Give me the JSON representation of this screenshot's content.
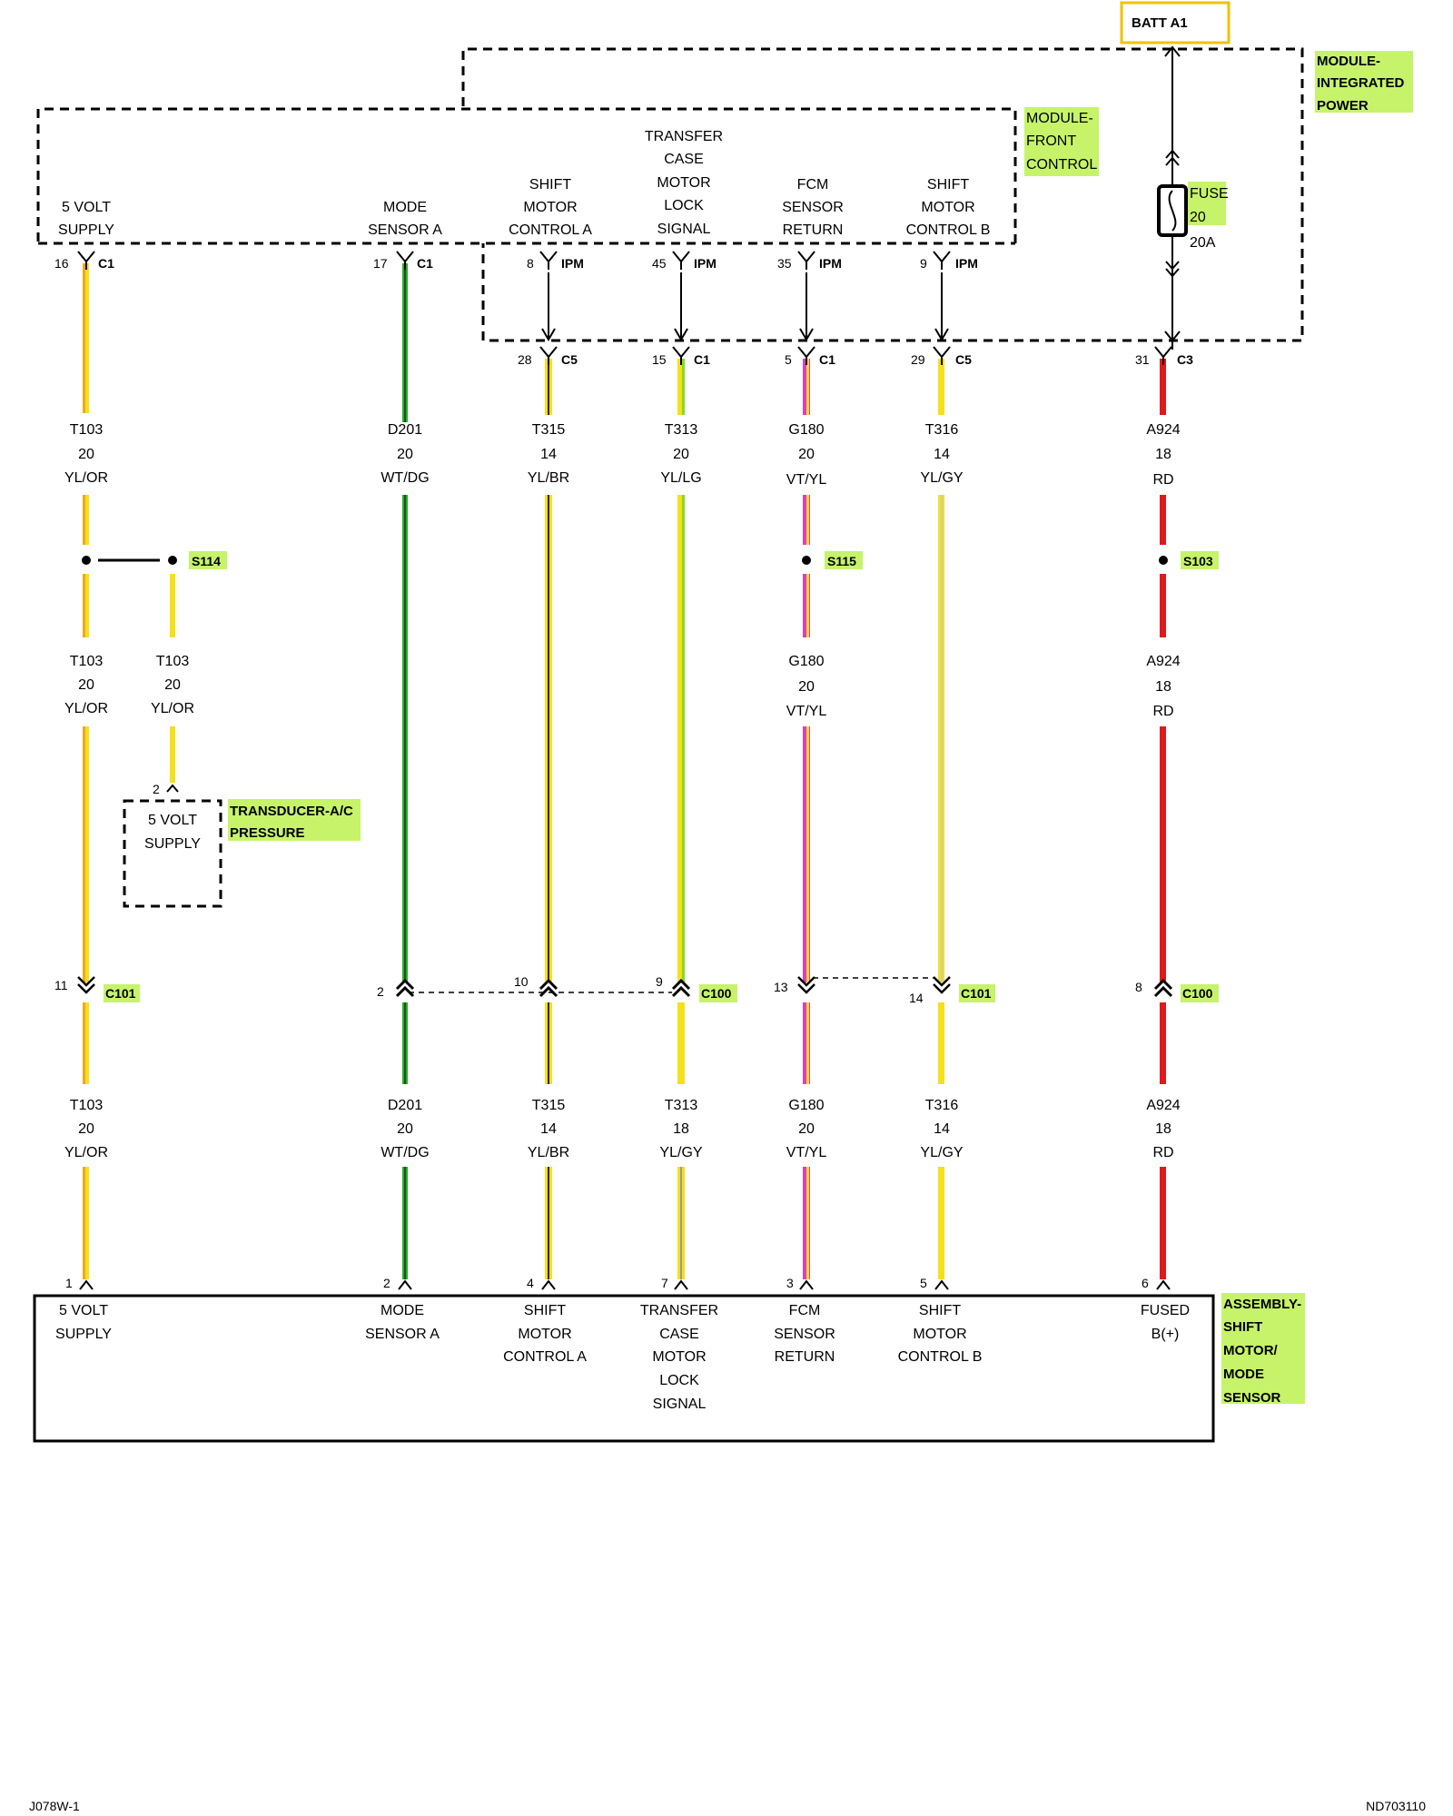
{
  "batt": {
    "label": "BATT A1"
  },
  "module_integrated_power": {
    "label_lines": [
      "MODULE-",
      "INTEGRATED",
      "POWER"
    ]
  },
  "module_front_control": {
    "label_lines": [
      "MODULE-",
      "FRONT",
      "CONTROL"
    ]
  },
  "fuse": {
    "label_lines": [
      "FUSE",
      "20"
    ],
    "rating": "20A"
  },
  "fcm_pins": [
    {
      "lines": [
        "5 VOLT",
        "SUPPLY"
      ]
    },
    {
      "lines": [
        "MODE",
        "SENSOR A"
      ]
    },
    {
      "lines": [
        "SHIFT",
        "MOTOR",
        "CONTROL A"
      ]
    },
    {
      "lines": [
        "TRANSFER",
        "CASE",
        "MOTOR",
        "LOCK",
        "SIGNAL"
      ]
    },
    {
      "lines": [
        "FCM",
        "SENSOR",
        "RETURN"
      ]
    },
    {
      "lines": [
        "SHIFT",
        "MOTOR",
        "CONTROL B"
      ]
    }
  ],
  "connectors_top": [
    {
      "pin": "16",
      "conn": "C1"
    },
    {
      "pin": "17",
      "conn": "C1"
    },
    {
      "pin": "8",
      "conn": "IPM"
    },
    {
      "pin": "45",
      "conn": "IPM"
    },
    {
      "pin": "35",
      "conn": "IPM"
    },
    {
      "pin": "9",
      "conn": "IPM"
    }
  ],
  "connectors_ipm": [
    {
      "pin": "28",
      "conn": "C5"
    },
    {
      "pin": "15",
      "conn": "C1"
    },
    {
      "pin": "5",
      "conn": "C1"
    },
    {
      "pin": "29",
      "conn": "C5"
    },
    {
      "pin": "31",
      "conn": "C3"
    }
  ],
  "wire_labels_upper": [
    {
      "lines": [
        "T103",
        "20",
        "YL/OR"
      ]
    },
    {
      "lines": [
        "D201",
        "20",
        "WT/DG"
      ]
    },
    {
      "lines": [
        "T315",
        "14",
        "YL/BR"
      ]
    },
    {
      "lines": [
        "T313",
        "20",
        "YL/LG"
      ]
    },
    {
      "lines": [
        "G180",
        "20",
        "VT/YL"
      ]
    },
    {
      "lines": [
        "T316",
        "14",
        "YL/GY"
      ]
    },
    {
      "lines": [
        "A924",
        "18",
        "RD"
      ]
    }
  ],
  "splices": [
    {
      "name": "S114"
    },
    {
      "name": "S115"
    },
    {
      "name": "S103"
    }
  ],
  "wire_labels_mid": [
    {
      "lines": [
        "T103",
        "20",
        "YL/OR"
      ]
    },
    {
      "lines": [
        "T103",
        "20",
        "YL/OR"
      ]
    },
    {
      "lines": [
        "G180",
        "20",
        "VT/YL"
      ]
    },
    {
      "lines": [
        "A924",
        "18",
        "RD"
      ]
    }
  ],
  "transducer": {
    "pin": "2",
    "box_lines": [
      "5 VOLT",
      "SUPPLY"
    ],
    "label_lines": [
      "TRANSDUCER-A/C",
      "PRESSURE"
    ]
  },
  "inline_connectors": [
    {
      "pin": "11",
      "conn": "C101"
    },
    {
      "pin": "2",
      "conn": ""
    },
    {
      "pin": "10",
      "conn": ""
    },
    {
      "pin": "9",
      "conn": "C100"
    },
    {
      "pin": "13",
      "conn": ""
    },
    {
      "pin": "14",
      "conn": "C101"
    },
    {
      "pin": "8",
      "conn": "C100"
    }
  ],
  "wire_labels_lower": [
    {
      "lines": [
        "T103",
        "20",
        "YL/OR"
      ]
    },
    {
      "lines": [
        "D201",
        "20",
        "WT/DG"
      ]
    },
    {
      "lines": [
        "T315",
        "14",
        "YL/BR"
      ]
    },
    {
      "lines": [
        "T313",
        "18",
        "YL/GY"
      ]
    },
    {
      "lines": [
        "G180",
        "20",
        "VT/YL"
      ]
    },
    {
      "lines": [
        "T316",
        "14",
        "YL/GY"
      ]
    },
    {
      "lines": [
        "A924",
        "18",
        "RD"
      ]
    }
  ],
  "assembly_pins": [
    {
      "pin": "1",
      "lines": [
        "5 VOLT",
        "SUPPLY"
      ]
    },
    {
      "pin": "2",
      "lines": [
        "MODE",
        "SENSOR A"
      ]
    },
    {
      "pin": "4",
      "lines": [
        "SHIFT",
        "MOTOR",
        "CONTROL A"
      ]
    },
    {
      "pin": "7",
      "lines": [
        "TRANSFER",
        "CASE",
        "MOTOR",
        "LOCK",
        "SIGNAL"
      ]
    },
    {
      "pin": "3",
      "lines": [
        "FCM",
        "SENSOR",
        "RETURN"
      ]
    },
    {
      "pin": "5",
      "lines": [
        "SHIFT",
        "MOTOR",
        "CONTROL B"
      ]
    },
    {
      "pin": "6",
      "lines": [
        "FUSED",
        "B(+)"
      ]
    }
  ],
  "assembly": {
    "label_lines": [
      "ASSEMBLY-",
      "SHIFT",
      "MOTOR/",
      "MODE",
      "SENSOR"
    ]
  },
  "footer": {
    "left": "J078W-1",
    "right": "ND703110"
  },
  "colors": {
    "yellow": "#f4e01b",
    "orange": "#f6a623",
    "green": "#1f8a1f",
    "light_green": "#7fdc2a",
    "violet": "#e23bc0",
    "red": "#e0191b",
    "brown": "#3a2a10",
    "gray": "#9a9a9a",
    "highlight": "#c6f36a",
    "batt_border": "#f2c200"
  }
}
